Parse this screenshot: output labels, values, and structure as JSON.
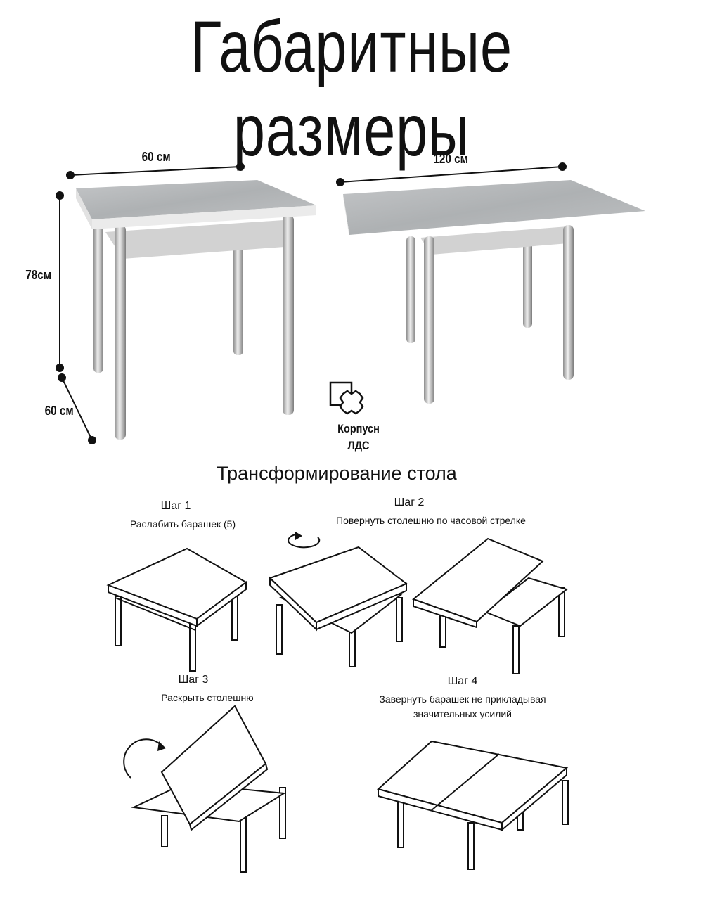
{
  "title": "Габаритные размеры",
  "dimensions": {
    "width_small": "60 см",
    "width_large": "120 см",
    "height": "78см",
    "depth": "60 см"
  },
  "material_badge": {
    "line1": "Корпусн",
    "line2": "ЛДС",
    "icon": "ldsp-panel-icon"
  },
  "section_title": "Трансформирование стола",
  "steps": [
    {
      "label": "Шаг 1",
      "text": "Раслабить барашек (5)"
    },
    {
      "label": "Шаг 2",
      "text": "Повернуть столешню по часовой стрелке"
    },
    {
      "label": "Шаг 3",
      "text": "Раскрыть столешню"
    },
    {
      "label": "Шаг 4",
      "text_line1": "Завернуть барашек не прикладывая",
      "text_line2": "значительных усилий"
    }
  ],
  "colors": {
    "top_gray": "#b9bbbd",
    "skirt_gray": "#d4d4d4",
    "leg_light": "#e6e6e6",
    "leg_dark": "#8e8e8e",
    "line": "#111111"
  }
}
